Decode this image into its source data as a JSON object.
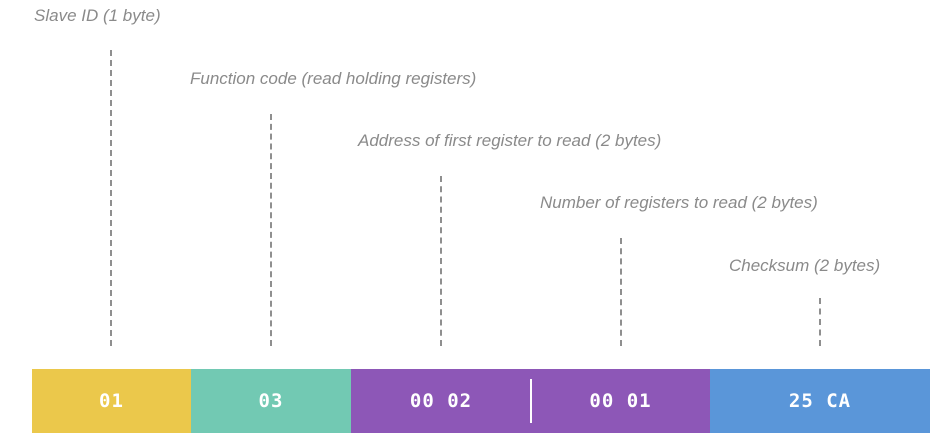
{
  "labels": {
    "slave_id": "Slave ID (1 byte)",
    "function_code": "Function code (read holding registers)",
    "address": "Address of first register to read (2 bytes)",
    "num_registers": "Number of registers to read (2 bytes)",
    "checksum": "Checksum (2 bytes)"
  },
  "segments": {
    "slave_id": "01",
    "function_code": "03",
    "address": "00 02",
    "num_registers": "00 01",
    "checksum": "25 CA"
  },
  "colors": {
    "slave_id": "#ebc84b",
    "function_code": "#72c9b3",
    "address": "#8d57b7",
    "num_registers": "#8d57b7",
    "checksum": "#5a96d9",
    "label_text": "#8a8a8a",
    "dashed_line": "#8f8f8f"
  }
}
